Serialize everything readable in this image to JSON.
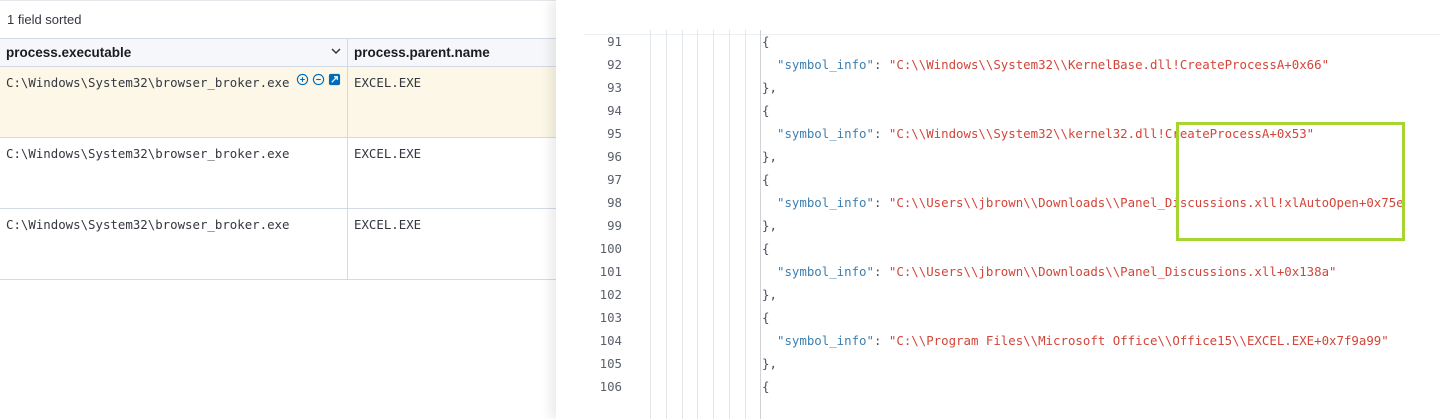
{
  "grid": {
    "sort_status": "1 field sorted",
    "columns": [
      {
        "label": "process.executable"
      },
      {
        "label": "process.parent.name"
      }
    ],
    "rows": [
      {
        "executable": "C:\\Windows\\System32\\browser_broker.exe",
        "parent": "EXCEL.EXE",
        "highlighted": true
      },
      {
        "executable": "C:\\Windows\\System32\\browser_broker.exe",
        "parent": "EXCEL.EXE",
        "highlighted": false
      },
      {
        "executable": "C:\\Windows\\System32\\browser_broker.exe",
        "parent": "EXCEL.EXE",
        "highlighted": false
      }
    ],
    "cell_actions": [
      "zoom-in-icon",
      "zoom-out-icon",
      "expand-icon"
    ]
  },
  "code": {
    "lines": [
      {
        "num": "91",
        "text": "{",
        "type": "brace"
      },
      {
        "num": "92",
        "key": "\"symbol_info\"",
        "sep": ": ",
        "value": "\"C:\\\\Windows\\\\System32\\\\KernelBase.dll!CreateProcessA+0x66\"",
        "type": "kv"
      },
      {
        "num": "93",
        "text": "},",
        "type": "brace"
      },
      {
        "num": "94",
        "text": "{",
        "type": "brace"
      },
      {
        "num": "95",
        "key": "\"symbol_info\"",
        "sep": ": ",
        "value": "\"C:\\\\Windows\\\\System32\\\\kernel32.dll!CreateProcessA+0x53\"",
        "type": "kv"
      },
      {
        "num": "96",
        "text": "},",
        "type": "brace"
      },
      {
        "num": "97",
        "text": "{",
        "type": "brace"
      },
      {
        "num": "98",
        "key": "\"symbol_info\"",
        "sep": ": ",
        "value": "\"C:\\\\Users\\\\jbrown\\\\Downloads\\\\Panel_Discussions.xll!xlAutoOpen+0x75e",
        "type": "kv"
      },
      {
        "num": "99",
        "text": "},",
        "type": "brace"
      },
      {
        "num": "100",
        "text": "{",
        "type": "brace"
      },
      {
        "num": "101",
        "key": "\"symbol_info\"",
        "sep": ": ",
        "value": "\"C:\\\\Users\\\\jbrown\\\\Downloads\\\\Panel_Discussions.xll+0x138a\"",
        "type": "kv"
      },
      {
        "num": "102",
        "text": "},",
        "type": "brace"
      },
      {
        "num": "103",
        "text": "{",
        "type": "brace"
      },
      {
        "num": "104",
        "key": "\"symbol_info\"",
        "sep": ": ",
        "value": "\"C:\\\\Program Files\\\\Microsoft Office\\\\Office15\\\\EXCEL.EXE+0x7f9a99\"",
        "type": "kv"
      },
      {
        "num": "105",
        "text": "},",
        "type": "brace"
      },
      {
        "num": "106",
        "text": "{",
        "type": "brace"
      }
    ]
  },
  "colors": {
    "highlight_box": "#a6d530",
    "json_key": "#3f7fb0",
    "json_string": "#d2453a",
    "row_highlight": "#fcf7e6"
  }
}
